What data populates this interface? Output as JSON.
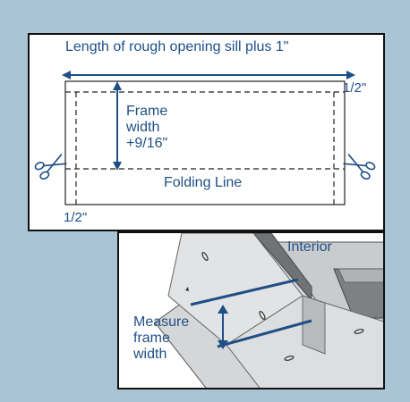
{
  "top_diagram": {
    "length_label": "Length of rough opening sill plus 1\"",
    "right_margin_label": "1/2\"",
    "bottom_margin_label": "1/2\"",
    "frame_width_lines": [
      "Frame",
      "width",
      "+9/16\""
    ],
    "folding_line_label": "Folding Line",
    "scissors_icon": "scissors-icon"
  },
  "bottom_diagram": {
    "interior_label": "Interior",
    "measure_lines": [
      "Measure",
      "frame",
      "width"
    ]
  },
  "colors": {
    "background": "#a9c4d4",
    "label_blue": "#1f4f86",
    "line_blue": "#1f4f86",
    "outline": "#111111"
  }
}
